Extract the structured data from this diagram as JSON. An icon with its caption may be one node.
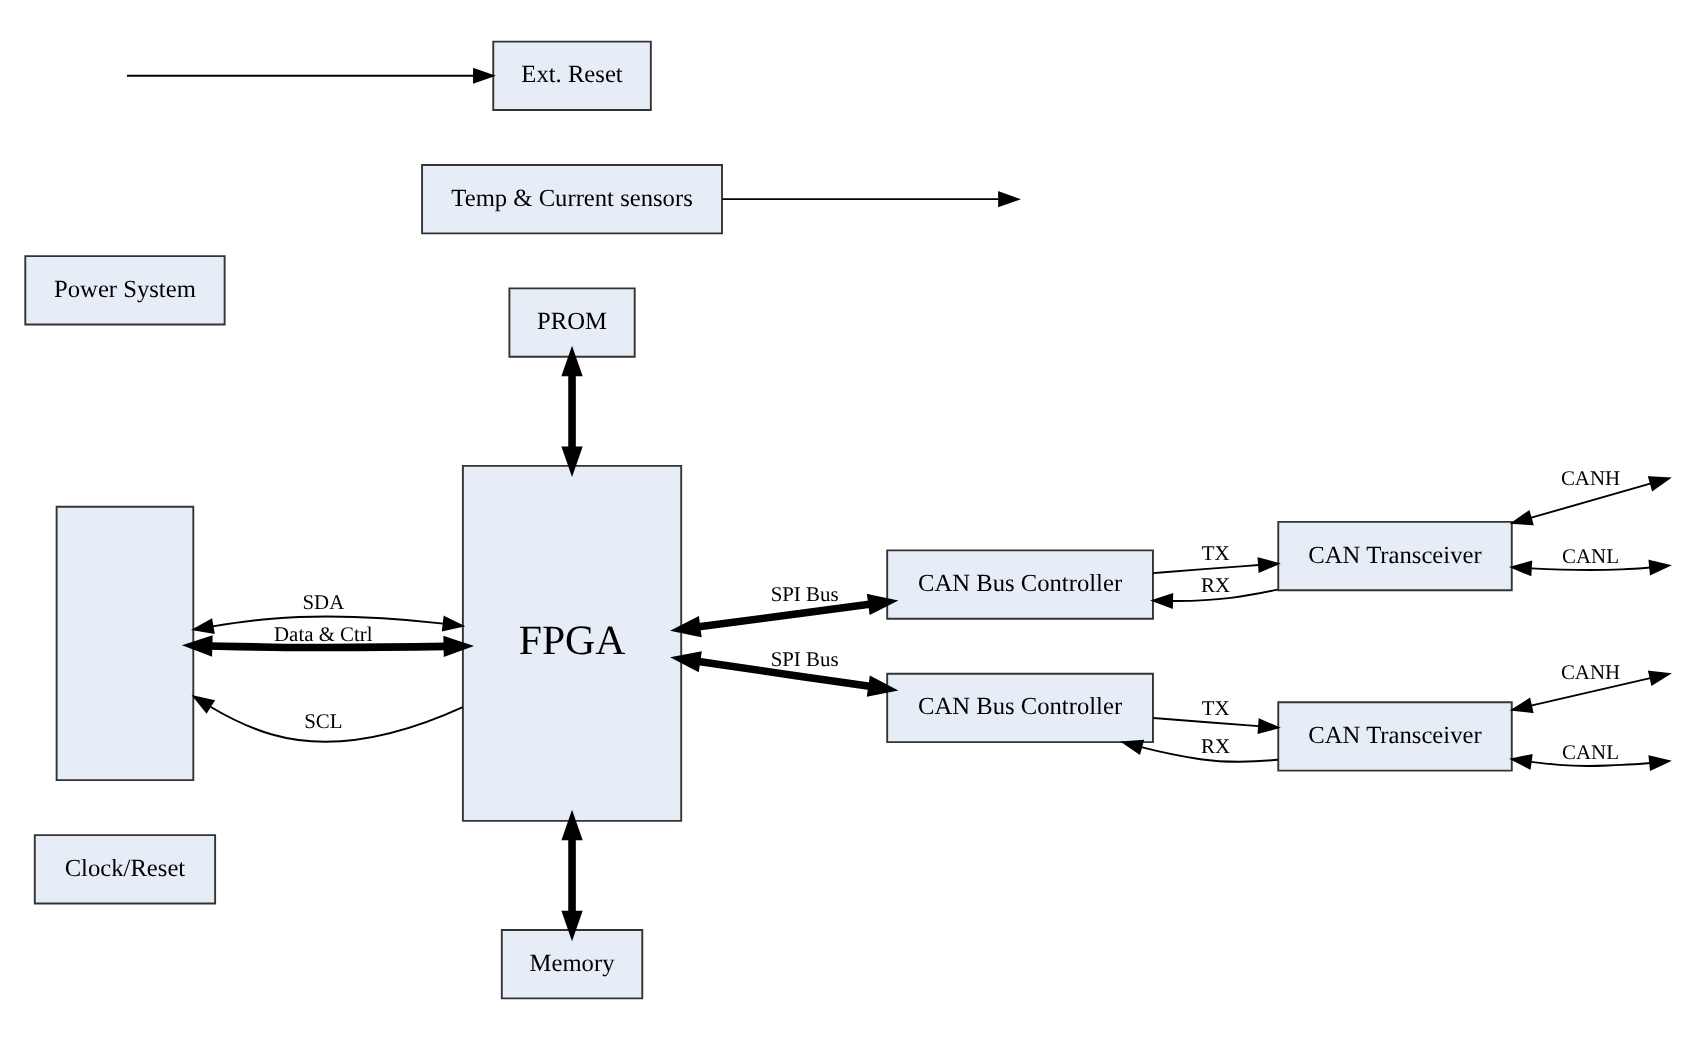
{
  "diagram": {
    "nodes": [
      {
        "text": [
          "Clock/Reset"
        ]
      },
      {
        "text": [
          "PROM"
        ]
      },
      {
        "text": [
          "Temp & Current sensors"
        ]
      },
      {
        "text": [],
        "shape": "box"
      },
      {
        "text": [
          "FPGA"
        ]
      },
      {
        "text": [
          "CAN Bus Controller"
        ]
      },
      {
        "text": [
          "CAN Transceiver"
        ]
      },
      {
        "text": [
          "CAN Bus Controller"
        ]
      },
      {
        "text": [
          "CAN Transceiver"
        ]
      },
      {
        "text": [
          "Power System"
        ]
      },
      {
        "text": [
          "Memory"
        ]
      },
      {
        "text": [
          "Ext. Reset"
        ]
      }
    ],
    "edges": [
      {
        "from": 1,
        "to": 4,
        "arrow": "both",
        "style": "thick"
      },
      {
        "from": 2,
        "to": null,
        "arrow": "to"
      },
      {
        "from": 3,
        "to": 4,
        "arrow": "both",
        "label": "SDA"
      },
      {
        "from": 4,
        "to": 3,
        "arrow": "to",
        "label": "SCL"
      },
      {
        "from": 3,
        "to": 4,
        "arrow": "both",
        "label": "Data & Ctrl",
        "style": "thick"
      },
      {
        "from": 4,
        "to": 5,
        "arrow": "both",
        "label": "SPI Bus",
        "style": "thick"
      },
      {
        "from": 5,
        "to": 6,
        "arrow": "to",
        "label": "TX"
      },
      {
        "from": 6,
        "to": 5,
        "arrow": "to",
        "label": "RX"
      },
      {
        "from": 6,
        "to": null,
        "arrow": "both",
        "label": "CANH"
      },
      {
        "from": 6,
        "to": null,
        "arrow": "both",
        "label": "CANL"
      },
      {
        "from": 4,
        "to": 7,
        "arrow": "both",
        "label": "SPI Bus",
        "style": "thick"
      },
      {
        "from": 7,
        "to": 8,
        "arrow": "to",
        "label": "TX"
      },
      {
        "from": 8,
        "to": 7,
        "arrow": "to",
        "label": "RX"
      },
      {
        "from": 8,
        "to": null,
        "arrow": "both",
        "label": "CANH"
      },
      {
        "from": 8,
        "to": null,
        "arrow": "both",
        "label": "CANL"
      },
      {
        "from": 4,
        "to": 10,
        "arrow": "both",
        "style": "thick"
      },
      {
        "from": null,
        "to": 11,
        "arrow": "to"
      }
    ]
  }
}
